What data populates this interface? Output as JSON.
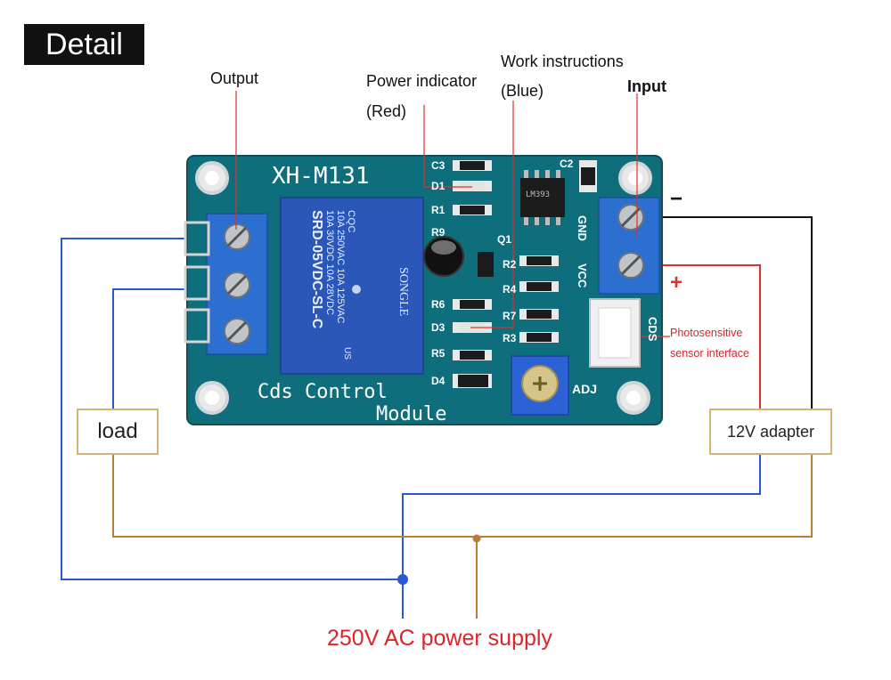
{
  "header": {
    "badge": "Detail"
  },
  "callouts": {
    "output": "Output",
    "power_indicator_line1": "Power  indicator",
    "power_indicator_line2": "(Red)",
    "work_line1": "Work  instructions",
    "work_line2": "(Blue)",
    "input": "Input",
    "photo_line1": "Photosensitive",
    "photo_line2": "sensor interface"
  },
  "signs": {
    "minus": "−",
    "plus": "+"
  },
  "boxes": {
    "load": "load",
    "adapter": "12V adapter"
  },
  "supply": "250V AC power supply",
  "board": {
    "model": "XH-M131",
    "title_line1": "Cds Control",
    "title_line2": "Module",
    "relay_brand": "SONGLE",
    "relay_line1": "10A 250VAC  10A 125VAC",
    "relay_line2": "10A  30VDC  10A  28VDC",
    "relay_model": "SRD-05VDC-SL-C",
    "relay_cqc": "CQC",
    "relay_us": "US",
    "chip_text": "LM393",
    "labels": {
      "c3": "C3",
      "d1": "D1",
      "r1": "R1",
      "r9": "R9",
      "q1": "Q1",
      "r2": "R2",
      "r4": "R4",
      "r6": "R6",
      "r7": "R7",
      "d3": "D3",
      "r3": "R3",
      "r5": "R5",
      "d4": "D4",
      "c2": "C2",
      "gnd": "GND",
      "vcc": "VCC",
      "cds": "CDS",
      "adj": "ADJ"
    }
  },
  "colors": {
    "blue_wire": "#2a57d2",
    "brown_wire": "#b57f3a",
    "red_wire": "#e0302c",
    "black_wire": "#111111",
    "pcb": "#0f6e7c",
    "relay": "#2b57b8",
    "terminal_blue": "#2d6fd0"
  }
}
